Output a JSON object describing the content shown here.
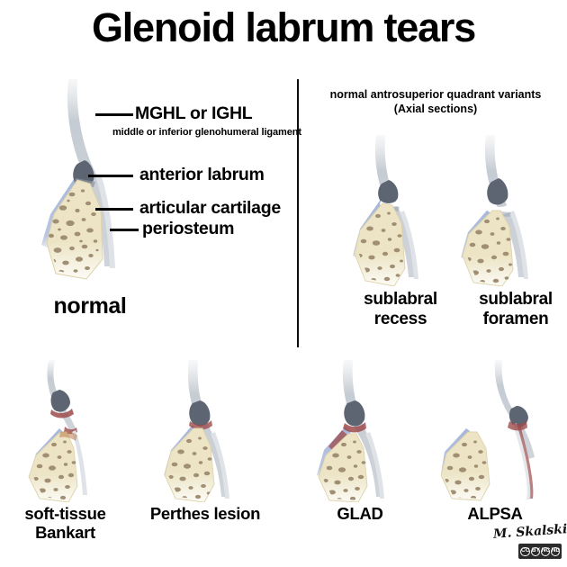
{
  "title": "Glenoid labrum tears",
  "variants_header": {
    "line1": "normal antrosuperior quadrant variants",
    "line2": "(Axial sections)"
  },
  "callouts": [
    {
      "id": "mghl",
      "label": "MGHL or IGHL"
    },
    {
      "id": "mghl_sub",
      "label": "middle or inferior glenohumeral ligament"
    },
    {
      "id": "labrum",
      "label": "anterior labrum"
    },
    {
      "id": "cartilage",
      "label": "articular cartilage"
    },
    {
      "id": "periosteum",
      "label": "periosteum"
    }
  ],
  "specimens": [
    {
      "id": "normal",
      "caption": "normal"
    },
    {
      "id": "sublabral-recess",
      "caption": "sublabral\nrecess"
    },
    {
      "id": "sublabral-foramen",
      "caption": "sublabral\nforamen"
    },
    {
      "id": "soft-tissue-bankart",
      "caption": "soft-tissue\nBankart"
    },
    {
      "id": "perthes-lesion",
      "caption": "Perthes lesion"
    },
    {
      "id": "glad",
      "caption": "GLAD"
    },
    {
      "id": "alpsa",
      "caption": "ALPSA"
    }
  ],
  "credit": {
    "signature": "M. Skalski",
    "license": "CC BY-NC-ND",
    "license_marks": [
      "CC",
      "BY",
      "NC",
      "ND"
    ]
  },
  "colors": {
    "bone": "#ece4c4",
    "bone_edge": "#ded3ab",
    "trabeculae": "#a08f72",
    "cartilage": "#aebcdc",
    "labrum": "#5d6472",
    "ligament": "#cfd4da",
    "periosteum": "#dfe3e8",
    "tear": "#9e4b4b",
    "background": "#ffffff",
    "text": "#000000"
  }
}
